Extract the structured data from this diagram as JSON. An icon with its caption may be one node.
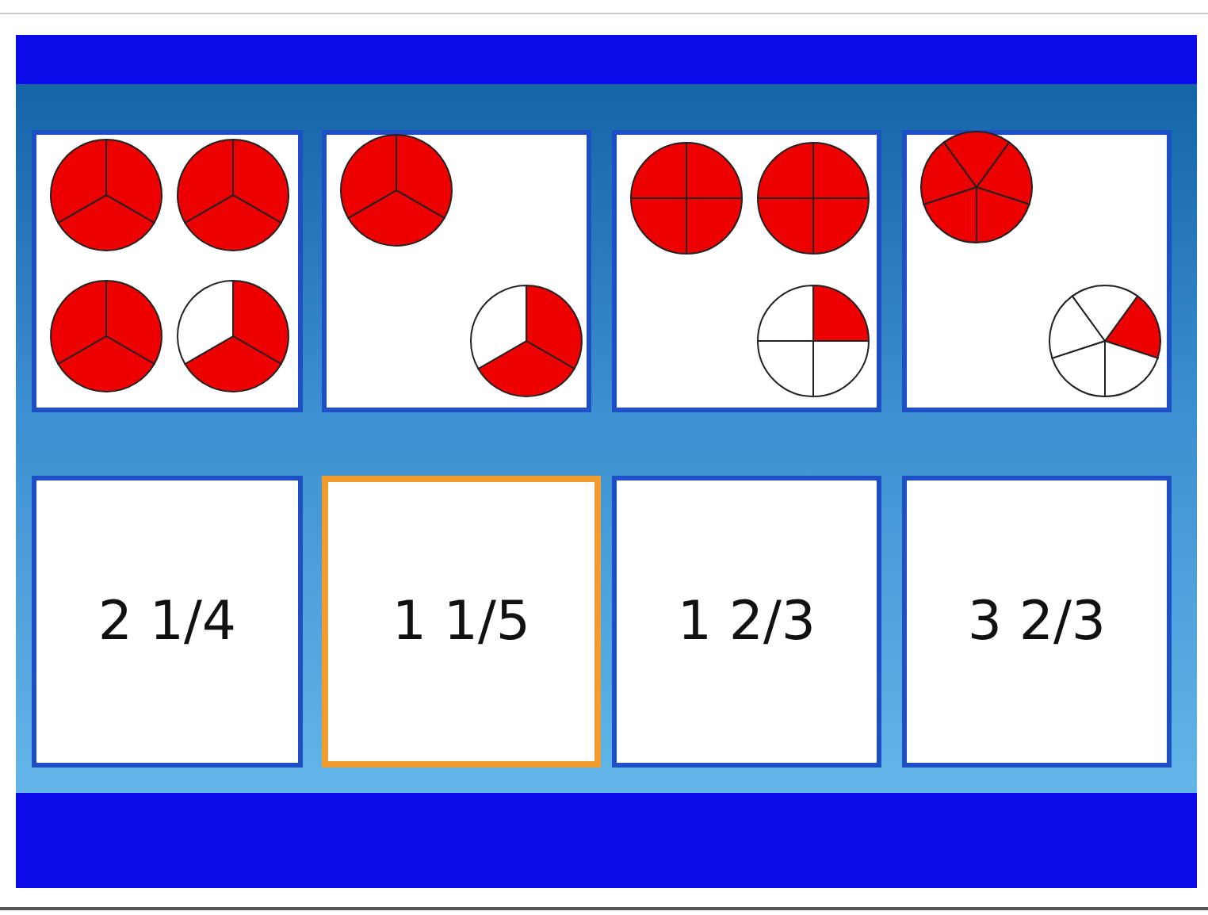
{
  "diagram": {
    "nodes": [
      {
        "text": [],
        "shape": "box"
      },
      {
        "text": [],
        "shape": "box"
      },
      {
        "text": [],
        "shape": "box"
      },
      {
        "text": [],
        "shape": "box"
      },
      {
        "text": [
          "2 1/4"
        ]
      },
      {
        "text": [
          "1 1/5"
        ]
      },
      {
        "text": [
          "1 2/3"
        ]
      },
      {
        "text": [
          "3 2/3"
        ]
      }
    ]
  }
}
